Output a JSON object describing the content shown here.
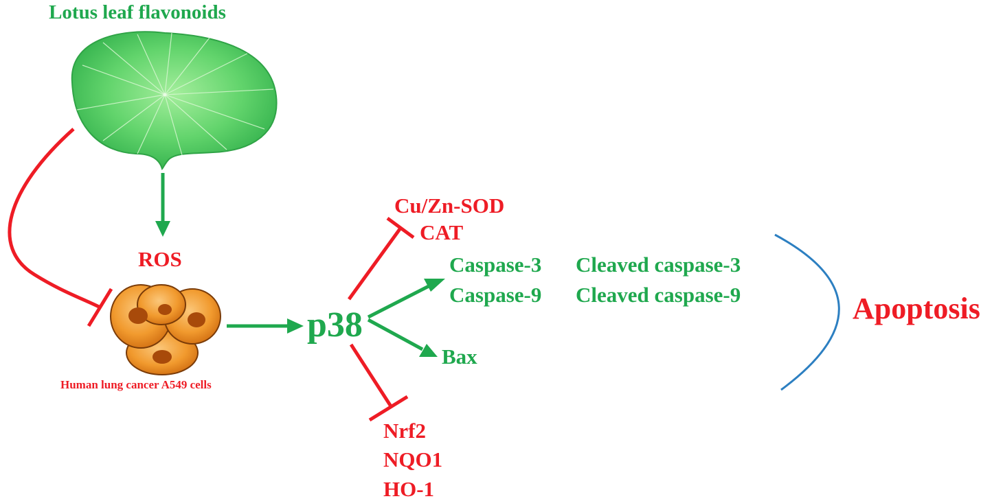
{
  "title": "Lotus leaf flavonoids",
  "labels": {
    "ros": "ROS",
    "cells": "Human lung cancer A549 cells",
    "p38": "p38",
    "sod": "Cu/Zn-SOD",
    "cat": "CAT",
    "caspase3": "Caspase-3",
    "cleaved_caspase3": "Cleaved caspase-3",
    "caspase9": "Caspase-9",
    "cleaved_caspase9": "Cleaved caspase-9",
    "bax": "Bax",
    "apoptosis": "Apoptosis",
    "nrf2": "Nrf2",
    "nqo1": "NQO1",
    "ho1": "HO-1"
  },
  "colors": {
    "activation": "#1fa84e",
    "inhibition": "#ee1c25",
    "bracket": "#2c7fc1",
    "leaf": "#5fd46a",
    "cell": "#f08a1c"
  },
  "icons": {
    "leaf": "lotus-leaf-icon",
    "cells": "cancer-cells-icon"
  }
}
